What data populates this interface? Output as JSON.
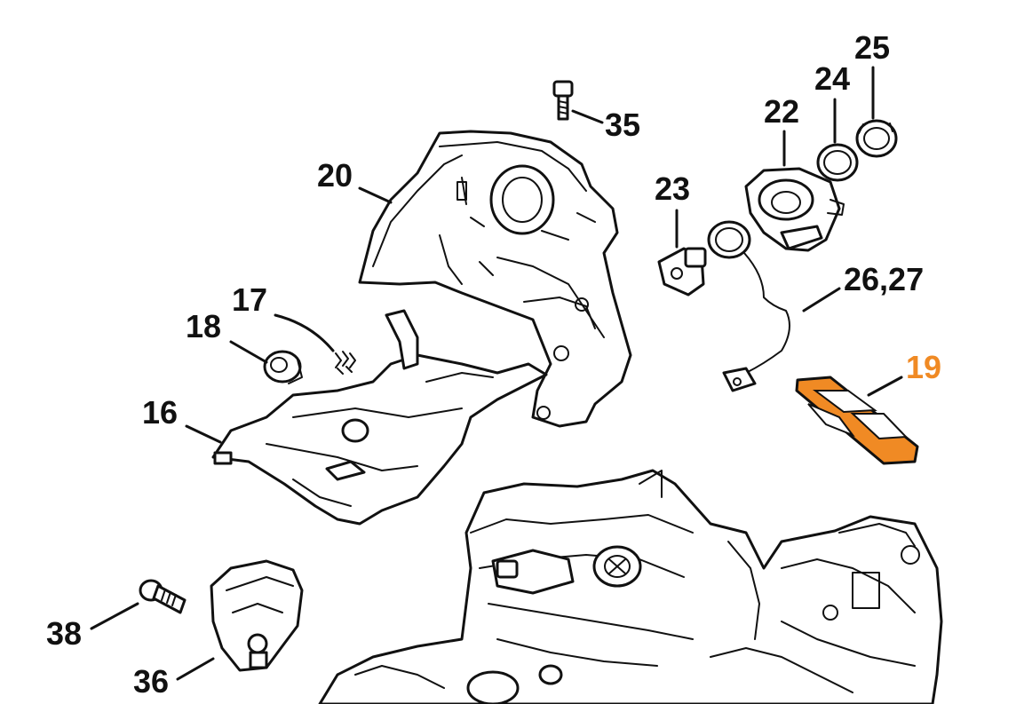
{
  "labels": {
    "p16": "16",
    "p17": "17",
    "p18": "18",
    "p19": "19",
    "p20": "20",
    "p22": "22",
    "p23": "23",
    "p24": "24",
    "p25": "25",
    "p26_27": "26,27",
    "p35": "35",
    "p36": "36",
    "p38": "38"
  },
  "colors": {
    "highlight": "#f08a24",
    "line": "#111111",
    "background": "#ffffff"
  },
  "highlighted_part": "19"
}
